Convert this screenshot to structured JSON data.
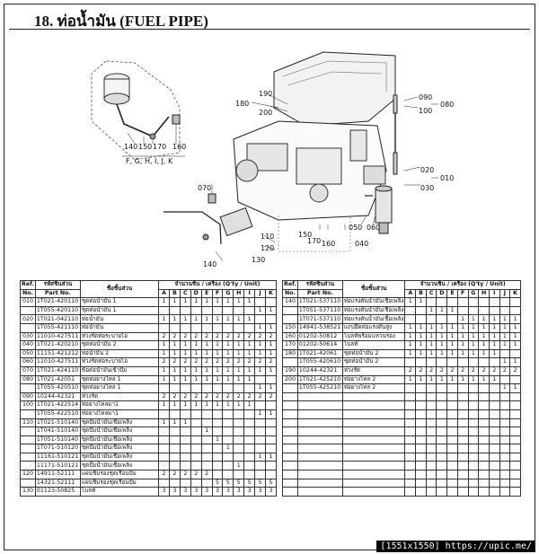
{
  "page": {
    "title": "18. ท่อน้ำมัน (FUEL PIPE)",
    "watermark": "[1551x1550] https://upic.me/"
  },
  "callouts": {
    "inset": [
      "140",
      "150",
      "170",
      "160",
      "F, G, H, I, J, K"
    ],
    "main": [
      "180",
      "190",
      "200",
      "090",
      "100",
      "080",
      "070",
      "020",
      "030",
      "010",
      "110",
      "120",
      "130",
      "140",
      "150",
      "170",
      "160",
      "050",
      "060",
      "040"
    ]
  },
  "table_headers": {
    "ref": "Ref.",
    "no": "No.",
    "part_th": "รหัสชิ้นส่วน",
    "part_en": "Part No.",
    "name": "ชื่อชิ้นส่วน",
    "qty": "จำนวนชิ้น / เครื่อง (Q'ty / Unit)",
    "models": [
      "A",
      "B",
      "C",
      "D",
      "E",
      "F",
      "G",
      "H",
      "I",
      "J",
      "K"
    ]
  },
  "left_rows": [
    {
      "ref": "010",
      "part": "1T021-420110",
      "name": "ชุดท่อน้ำมัน 1",
      "qty": [
        "1",
        "1",
        "1",
        "1",
        "1",
        "1",
        "1",
        "1",
        "1",
        "",
        ""
      ]
    },
    {
      "ref": "",
      "part": "1T055-420110",
      "name": "ชุดท่อน้ำมัน 1",
      "qty": [
        "",
        "",
        "",
        "",
        "",
        "",
        "",
        "",
        "",
        "1",
        "1"
      ]
    },
    {
      "ref": "020",
      "part": "1T021-042110",
      "name": "ท่อน้ำมัน",
      "qty": [
        "1",
        "1",
        "1",
        "1",
        "1",
        "1",
        "1",
        "1",
        "1",
        "",
        ""
      ]
    },
    {
      "ref": "",
      "part": "1T055-421110",
      "name": "ท่อน้ำมัน",
      "qty": [
        "",
        "",
        "",
        "",
        "",
        "",
        "",
        "",
        "",
        "1",
        "1"
      ]
    },
    {
      "ref": "030",
      "part": "11010-427511",
      "name": "ห่วงรัดท่อระบายไอ",
      "qty": [
        "2",
        "2",
        "2",
        "2",
        "2",
        "2",
        "2",
        "2",
        "2",
        "2",
        "2"
      ]
    },
    {
      "ref": "040",
      "part": "1T021-420210",
      "name": "ชุดท่อน้ำมัน 2",
      "qty": [
        "1",
        "1",
        "1",
        "1",
        "1",
        "1",
        "1",
        "1",
        "1",
        "1",
        "1"
      ]
    },
    {
      "ref": "050",
      "part": "11151-421212",
      "name": "ท่อน้ำมัน 2",
      "qty": [
        "1",
        "1",
        "1",
        "1",
        "1",
        "1",
        "1",
        "1",
        "1",
        "1",
        "1"
      ]
    },
    {
      "ref": "060",
      "part": "11010-427511",
      "name": "ห่วงรัดท่อระบายไอ",
      "qty": [
        "2",
        "2",
        "2",
        "2",
        "2",
        "2",
        "2",
        "2",
        "2",
        "2",
        "2"
      ]
    },
    {
      "ref": "070",
      "part": "1T021-424110",
      "name": "ข้อต่อน้ำมันเข้าปั๊ม",
      "qty": [
        "1",
        "1",
        "1",
        "1",
        "1",
        "1",
        "1",
        "1",
        "1",
        "1",
        "1"
      ]
    },
    {
      "ref": "080",
      "part": "1T021-42051",
      "name": "ชุดท่อยางไหล 1",
      "qty": [
        "1",
        "1",
        "1",
        "1",
        "1",
        "1",
        "1",
        "1",
        "1",
        "",
        ""
      ]
    },
    {
      "ref": "",
      "part": "1T055-420510",
      "name": "ชุดท่อยางไหล 1",
      "qty": [
        "",
        "",
        "",
        "",
        "",
        "",
        "",
        "",
        "",
        "1",
        "1"
      ]
    },
    {
      "ref": "090",
      "part": "10244-42321",
      "name": "ห่วงรัด",
      "qty": [
        "2",
        "2",
        "2",
        "2",
        "2",
        "2",
        "2",
        "2",
        "2",
        "2",
        "2"
      ]
    },
    {
      "ref": "100",
      "part": "1T021-422514",
      "name": "ท่อยางไหลมา1",
      "qty": [
        "1",
        "1",
        "1",
        "1",
        "1",
        "1",
        "1",
        "1",
        "1",
        "",
        ""
      ]
    },
    {
      "ref": "",
      "part": "1T055-422510",
      "name": "ท่อยางไหลมา1",
      "qty": [
        "",
        "",
        "",
        "",
        "",
        "",
        "",
        "",
        "",
        "1",
        "1"
      ]
    },
    {
      "ref": "110",
      "part": "1T021-510140",
      "name": "ชุดปั๊มน้ำมันเชื้อเพลิง",
      "qty": [
        "1",
        "1",
        "1",
        "",
        "",
        "",
        "",
        "",
        "",
        "",
        ""
      ]
    },
    {
      "ref": "",
      "part": "1T041-510140",
      "name": "ชุดปั๊มน้ำมันเชื้อเพลิง",
      "qty": [
        "",
        "",
        "",
        "",
        "1",
        "",
        "",
        "",
        "",
        "",
        ""
      ]
    },
    {
      "ref": "",
      "part": "1T051-510140",
      "name": "ชุดปั๊มน้ำมันเชื้อเพลิง",
      "qty": [
        "",
        "",
        "",
        "",
        "",
        "1",
        "",
        "",
        "",
        "",
        ""
      ]
    },
    {
      "ref": "",
      "part": "1T071-510120",
      "name": "ชุดปั๊มน้ำมันเชื้อเพลิง",
      "qty": [
        "",
        "",
        "",
        "",
        "",
        "",
        "1",
        "",
        "",
        "",
        ""
      ]
    },
    {
      "ref": "",
      "part": "11161-510121",
      "name": "ชุดปั๊มน้ำมันเชื้อเพลิง",
      "qty": [
        "",
        "",
        "",
        "",
        "",
        "",
        "",
        "",
        "",
        "1",
        "1"
      ]
    },
    {
      "ref": "",
      "part": "11171-510121",
      "name": "ชุดปั๊มน้ำมันเชื้อเพลิง",
      "qty": [
        "",
        "",
        "",
        "",
        "",
        "",
        "",
        "1",
        "",
        "",
        ""
      ]
    },
    {
      "ref": "120",
      "part": "14911-52111",
      "name": "แผ่นชิมรองชุดเรือนปั๊ม",
      "qty": [
        "2",
        "2",
        "2",
        "2",
        "2",
        "",
        "",
        "",
        "",
        "",
        ""
      ]
    },
    {
      "ref": "",
      "part": "14321-52111",
      "name": "แผ่นชิมรองชุดเรือนปั๊ม",
      "qty": [
        "",
        "",
        "",
        "",
        "",
        "5",
        "5",
        "5",
        "5",
        "5",
        "5"
      ]
    },
    {
      "ref": "130",
      "part": "01123-50825",
      "name": "โบลท์",
      "qty": [
        "3",
        "3",
        "3",
        "3",
        "3",
        "3",
        "3",
        "3",
        "3",
        "3",
        "3"
      ]
    }
  ],
  "right_rows": [
    {
      "ref": "140",
      "part": "1T021-537110",
      "name": "ท่อแรงดันน้ำมันเชื้อเพลิง",
      "qty": [
        "1",
        "1",
        "",
        "",
        "",
        "",
        "",
        "",
        "",
        "",
        ""
      ]
    },
    {
      "ref": "",
      "part": "1T051-537110",
      "name": "ท่อแรงดันน้ำมันเชื้อเพลิง",
      "qty": [
        "",
        "",
        "1",
        "1",
        "1",
        "",
        "",
        "",
        "",
        "",
        ""
      ]
    },
    {
      "ref": "",
      "part": "1T071-537110",
      "name": "ท่อแรงดันน้ำมันเชื้อเพลิง",
      "qty": [
        "",
        "",
        "",
        "",
        "",
        "1",
        "1",
        "1",
        "1",
        "1",
        "1"
      ]
    },
    {
      "ref": "150",
      "part": "14941-538521",
      "name": "แถบยึดท่อแรงดันสูง",
      "qty": [
        "1",
        "1",
        "1",
        "1",
        "1",
        "1",
        "1",
        "1",
        "1",
        "1",
        "1"
      ]
    },
    {
      "ref": "160",
      "part": "01202-50812",
      "name": "โบลท์พร้อมแหวนรอง",
      "qty": [
        "1",
        "1",
        "1",
        "1",
        "1",
        "1",
        "1",
        "1",
        "1",
        "1",
        "1"
      ]
    },
    {
      "ref": "170",
      "part": "01202-50614",
      "name": "โบลท์",
      "qty": [
        "1",
        "1",
        "1",
        "1",
        "1",
        "1",
        "1",
        "1",
        "1",
        "1",
        "1"
      ]
    },
    {
      "ref": "180",
      "part": "1T021-42061",
      "name": "ชุดท่อน้ำมัน 2",
      "qty": [
        "1",
        "1",
        "1",
        "1",
        "1",
        "1",
        "1",
        "1",
        "1",
        "",
        ""
      ]
    },
    {
      "ref": "",
      "part": "1T055-420610",
      "name": "ชุดท่อน้ำมัน 2",
      "qty": [
        "",
        "",
        "",
        "",
        "",
        "",
        "",
        "",
        "",
        "1",
        "1"
      ]
    },
    {
      "ref": "190",
      "part": "10244-42321",
      "name": "ห่วงรัด",
      "qty": [
        "2",
        "2",
        "2",
        "2",
        "2",
        "2",
        "2",
        "2",
        "2",
        "2",
        "2"
      ]
    },
    {
      "ref": "200",
      "part": "1T021-425210",
      "name": "ท่อยางไหล 2",
      "qty": [
        "1",
        "1",
        "1",
        "1",
        "1",
        "1",
        "1",
        "1",
        "1",
        "",
        ""
      ]
    },
    {
      "ref": "",
      "part": "1T055-425210",
      "name": "ท่อยางไหล 2",
      "qty": [
        "",
        "",
        "",
        "",
        "",
        "",
        "",
        "",
        "",
        "1",
        "1"
      ]
    }
  ]
}
